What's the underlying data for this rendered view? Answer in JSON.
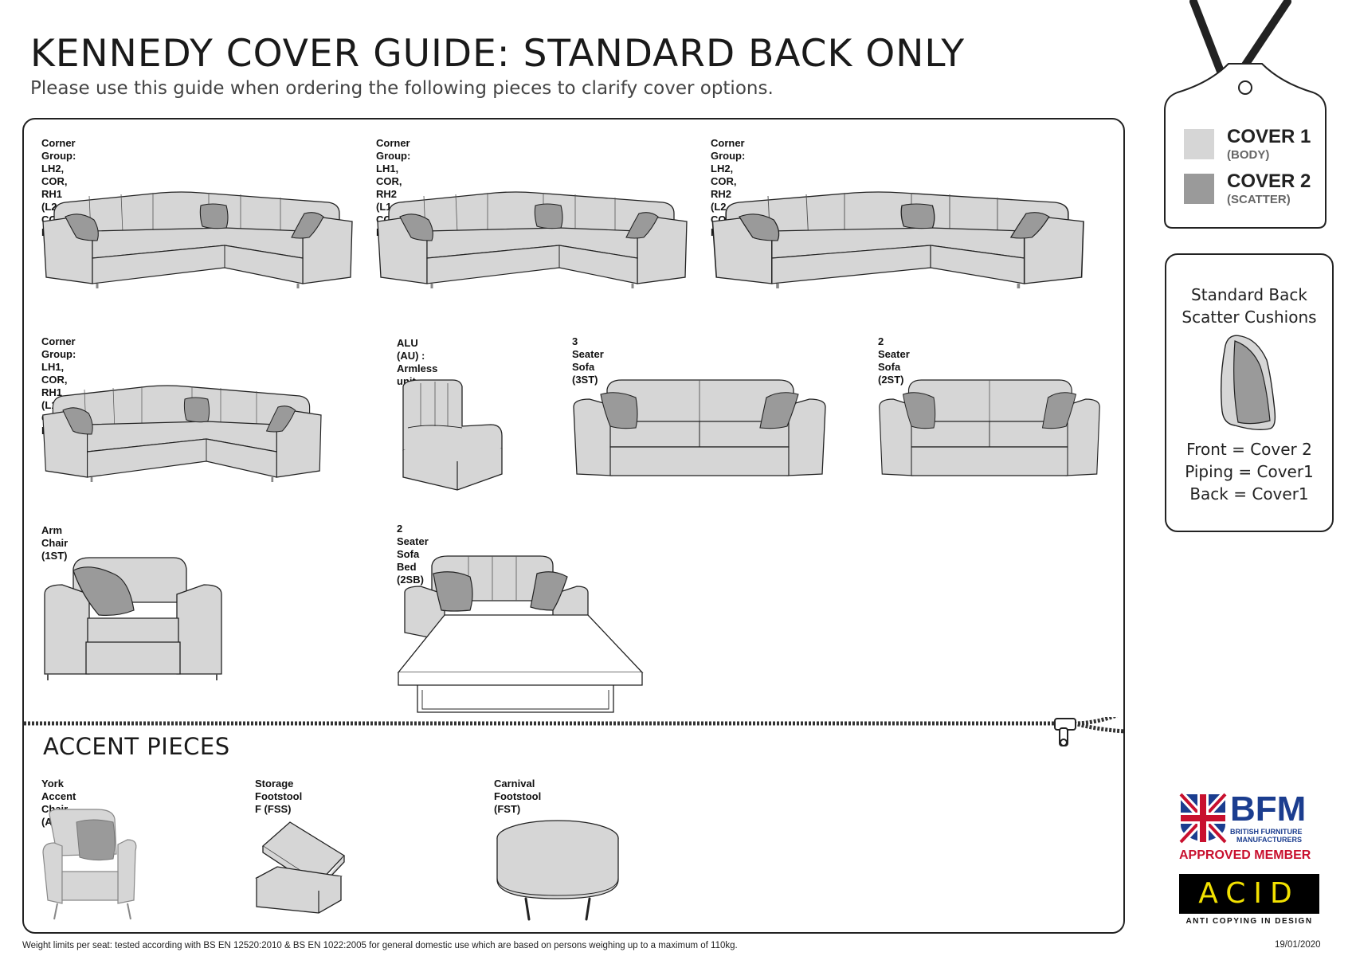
{
  "header": {
    "title": "KENNEDY COVER GUIDE: STANDARD BACK ONLY",
    "subtitle": "Please use this guide when ordering the following pieces to clarify cover options."
  },
  "pieces": [
    {
      "label": "Corner Group: LH2, COR, RH1 (L2, CO, R1)",
      "kind": "corner-sofa"
    },
    {
      "label": "Corner Group:  LH1, COR, RH2 (L1, CO, R2)",
      "kind": "corner-sofa"
    },
    {
      "label": "Corner Group:  LH2, COR, RH2 (L2, CO, R2)",
      "kind": "corner-sofa"
    },
    {
      "label": "Corner Group:  LH1, COR, RH1 (L1, CO, R1)",
      "kind": "corner-sofa"
    },
    {
      "label": "ALU (AU) : Armless unit",
      "kind": "armless-unit"
    },
    {
      "label": "3 Seater Sofa (3ST)",
      "kind": "sofa"
    },
    {
      "label": "2 Seater Sofa (2ST)",
      "kind": "sofa"
    },
    {
      "label": "Arm Chair (1ST)",
      "kind": "armchair"
    },
    {
      "label": "2 Seater Sofa Bed (2SB)",
      "kind": "sofa-bed"
    }
  ],
  "accent": {
    "heading": "ACCENT PIECES",
    "pieces": [
      {
        "label": "York\nAccent Chair (ACH)",
        "kind": "accent-chair"
      },
      {
        "label": "Storage Footstool F (FSS)",
        "kind": "storage-footstool"
      },
      {
        "label": "Carnival\nFootstool (FST)",
        "kind": "round-footstool"
      }
    ]
  },
  "cover_key": {
    "items": [
      {
        "name": "COVER 1",
        "sub": "(BODY)",
        "color": "#d6d6d6"
      },
      {
        "name": "COVER 2",
        "sub": "(SCATTER)",
        "color": "#9a9a9a"
      }
    ]
  },
  "scatter_box": {
    "title_line1": "Standard Back",
    "title_line2": "Scatter Cushions",
    "lines": [
      "Front = Cover 2",
      "Piping = Cover1",
      "Back = Cover1"
    ]
  },
  "logos": {
    "bfm_text": "BFM",
    "bfm_sub1": "BRITISH FURNITURE",
    "bfm_sub2": "MANUFACTURERS",
    "approved": "APPROVED MEMBER",
    "acid_text": "ACID",
    "acid_sub": "ANTI COPYING IN DESIGN"
  },
  "footer": {
    "note": "Weight limits per seat: tested according with BS EN 12520:2010 & BS EN 1022:2005 for general domestic use which are based on persons weighing up to a maximum of 110kg.",
    "date": "19/01/2020"
  },
  "colors": {
    "cover1": "#d6d6d6",
    "cover2": "#9a9a9a",
    "outline": "#222222",
    "bfm_blue": "#1b3d8f",
    "bfm_red": "#c8102e"
  }
}
